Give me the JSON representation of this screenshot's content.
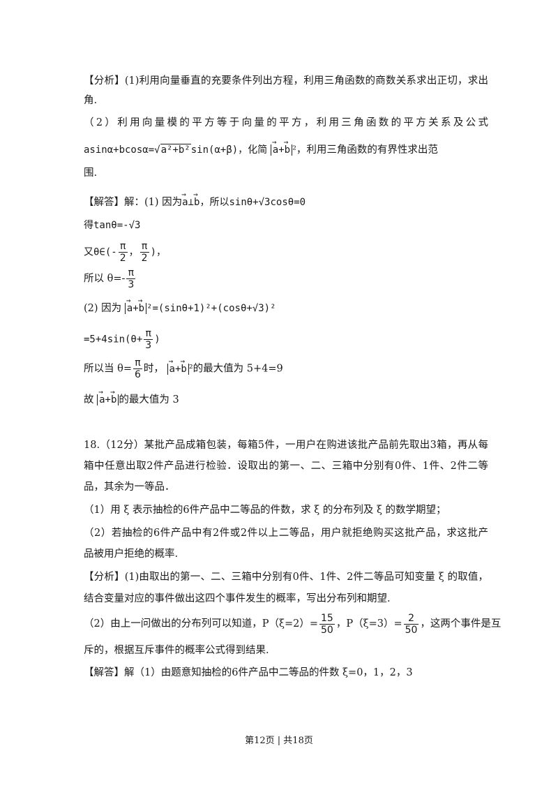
{
  "lines": {
    "l1": "【分析】(1)利用向量垂直的充要条件列出方程，利用三角函数的商数关系求出正切，求出",
    "l2": "角.",
    "l3": "（2）利用向量模的平方等于向量的平方，利用三角函数的平方关系及公式",
    "l4a": "asinα+bcosα=",
    "l4b": "a²+b²",
    "l4c": "sin(α+β)，化简",
    "l4d": "²，利用三角函数的有界性求出范",
    "l5": "围.",
    "l6a": "【解答】解：(1) 因为",
    "l6b": "，所以sinθ+",
    "l6c": "cosθ=0",
    "l7a": "得tanθ=-",
    "l8a": "又θ∈(-",
    "l8b": "，",
    "l8c": ")，",
    "l9a": "所以  θ=-",
    "l10a": "(2) 因为",
    "l10b": "²=(sinθ+1)²+(cosθ+",
    "l10c": ")²",
    "l11a": "=5+4sin(θ+",
    "l11b": ")",
    "l12a": "所以当  θ=",
    "l12b": "时，",
    "l12c": "²的最大值为 5+4=9",
    "l13a": "故",
    "l13b": "的最大值为 3",
    "q1": "18.（12分）某批产品成箱包装，每箱5件，一用户在购进该批产品前先取出3箱，再从每",
    "q2": "箱中任意出取2件产品进行检验．设取出的第一、二、三箱中分别有0件、1件、2件二等",
    "q3": "品，其余为一等品．",
    "q4": "（1）用 ξ 表示抽检的6件产品中二等品的件数，求 ξ 的分布列及 ξ 的数学期望；",
    "q5": "（2）若抽检的6件产品中有2件或2件以上二等品，用户就拒绝购买这批产品，求这批产",
    "q6": "品被用户拒绝的概率.",
    "a1": "【分析】(1)由取出的第一、二、三箱中分别有0件、1件、2件二等品可知变量 ξ 的取值，",
    "a2": "结合变量对应的事件做出这四个事件发生的概率，写出分布列和期望.",
    "a3a": "（2）由上一问做出的分布列可以知道，P（ξ=2）=",
    "a3b": "，P（ξ=3）=",
    "a3c": "，这两个事件是互",
    "a4": "斥的，根据互斥事件的概率公式得到结果.",
    "a5": "【解答】解（1）由题意知抽检的6件产品中二等品的件数 ξ=0，1，2，3"
  },
  "sym": {
    "a": "a",
    "b": "b",
    "plus": "+",
    "perp": "⊥",
    "sqrt3": "√3",
    "three": "3",
    "pi": "π",
    "two": "2",
    "six": "6",
    "n15": "15",
    "n50": "50",
    "n2": "2"
  },
  "footer": "第12页  |  共18页"
}
